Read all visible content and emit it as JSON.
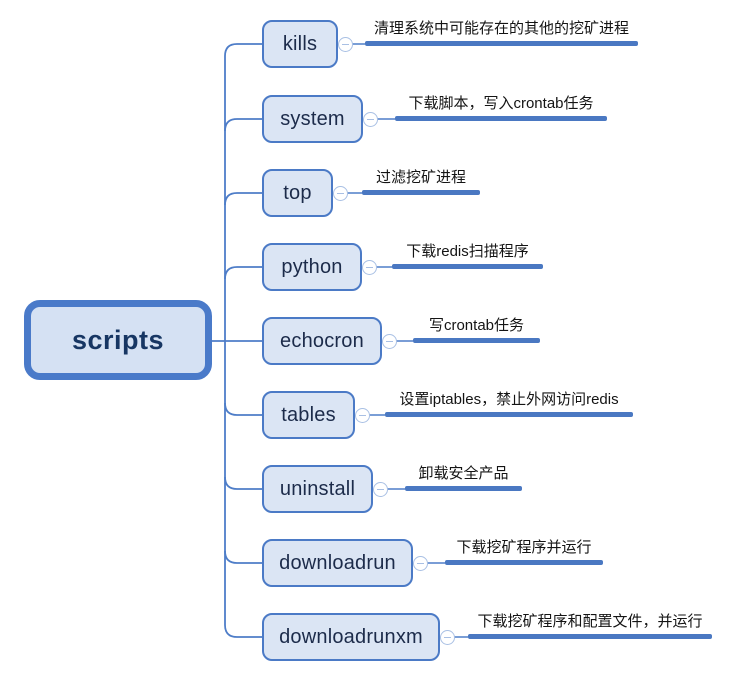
{
  "root": {
    "label": "scripts"
  },
  "branches": [
    {
      "label": "kills",
      "note": "清理系统中可能存在的其他的挖矿进程"
    },
    {
      "label": "system",
      "note": "下载脚本，写入crontab任务"
    },
    {
      "label": "top",
      "note": "过滤挖矿进程"
    },
    {
      "label": "python",
      "note": "下载redis扫描程序"
    },
    {
      "label": "echocron",
      "note": "写crontab任务"
    },
    {
      "label": "tables",
      "note": "设置iptables，禁止外网访问redis"
    },
    {
      "label": "uninstall",
      "note": "卸载安全产品"
    },
    {
      "label": "downloadrun",
      "note": "下载挖矿程序并运行"
    },
    {
      "label": "downloadrunxm",
      "note": "下载挖矿程序和配置文件，并运行"
    }
  ],
  "colors": {
    "node_fill": "#dbe5f4",
    "node_border": "#4b7ac6",
    "root_fill": "#d5e1f3",
    "root_border": "#4a7ac9",
    "root_text": "#173663",
    "connector_line": "#4e7dc8",
    "toggle_ring": "#a9c0e4",
    "note_underline": "#4a78c2",
    "note_text": "#141414",
    "background": "#ffffff"
  }
}
